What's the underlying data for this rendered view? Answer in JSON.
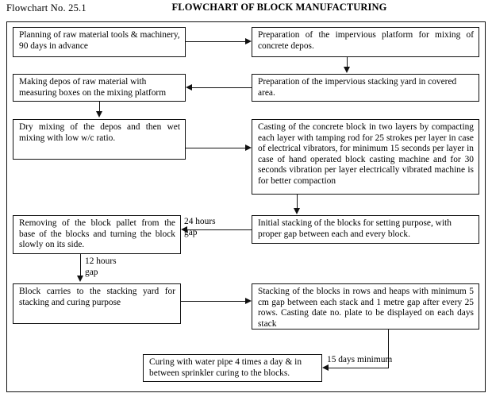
{
  "header": {
    "chart_number": "Flowchart No. 25.1",
    "title": "FLOWCHART OF BLOCK MANUFACTURING"
  },
  "nodes": {
    "planning": "Planning of raw material tools & machinery, 90 days in advance",
    "prep_platform": "Preparation of the impervious platform for mixing of concrete depos.",
    "making_depos": "Making depos of raw material with measuring boxes on the mixing platform",
    "prep_stacking_yard": "Preparation of the impervious stacking yard in covered area.",
    "dry_mixing": "Dry mixing of the depos and then wet mixing with low w/c ratio.",
    "casting": "Casting of the concrete block in two layers by compacting each layer with tamping rod for 25 strokes per layer in case of electrical vibrators, for minimum 15 seconds per layer in case of hand operated block casting machine and for 30 seconds vibration per layer electrically vibrated machine is for better compaction",
    "removing_pallet": "Removing of the block pallet from the base of the blocks and turning the block slowly on its side.",
    "initial_stacking": "Initial stacking of the blocks for setting purpose, with proper gap between each and every block.",
    "block_carries": "Block carries to the stacking yard for stacking and curing purpose",
    "stacking_rows": "Stacking of the blocks in rows and heaps with minimum 5 cm gap between each stack and 1 metre gap after every 25 rows. Casting date no. plate to be displayed on each days stack",
    "curing": "Curing with water pipe 4 times a day & in between sprinkler curing to the blocks."
  },
  "edge_labels": {
    "gap_24h": "24 hours\ngap",
    "gap_12h": "12 hours\ngap",
    "days_15": "15 days minimum"
  },
  "colors": {
    "ink": "#111111",
    "paper": "#ffffff"
  }
}
